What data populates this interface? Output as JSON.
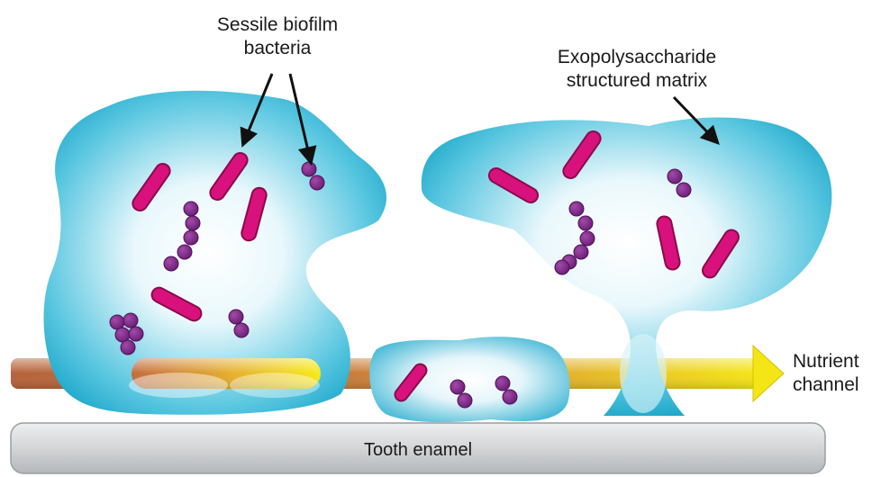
{
  "labels": {
    "bacteria_line1": "Sessile biofilm",
    "bacteria_line2": "bacteria",
    "matrix_line1": "Exopolysaccharide",
    "matrix_line2": "structured matrix",
    "nutrient_line1": "Nutrient",
    "nutrient_line2": "channel",
    "surface": "Tooth enamel"
  },
  "colors": {
    "matrix_edge": "#1fa9cc",
    "matrix_center": "#ffffff",
    "rod_bacteria": "#d9117c",
    "coccus_bacteria": "#7a2a86",
    "channel_brown": "#b8683a",
    "channel_yellow": "#f4e516",
    "enamel": "#d2d4d6"
  }
}
